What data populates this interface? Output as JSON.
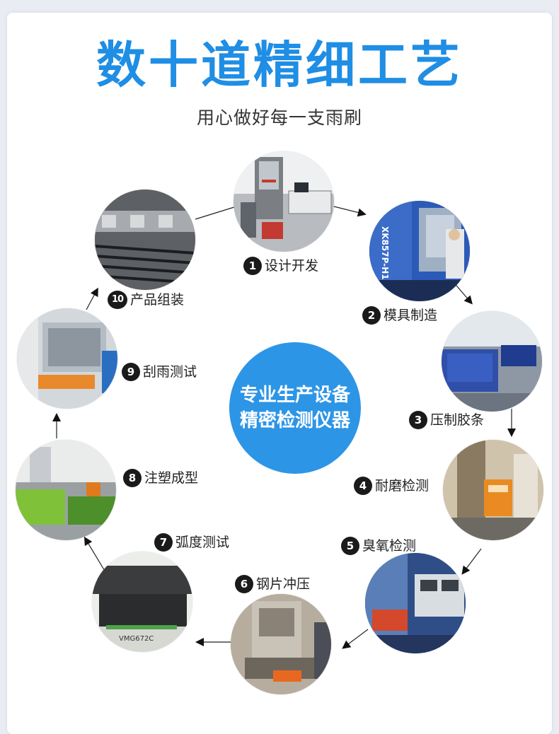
{
  "header": {
    "title": "数十道精细工艺",
    "subtitle": "用心做好每一支雨刷"
  },
  "center": {
    "line1": "专业生产设备",
    "line2": "精密检测仪器"
  },
  "steps": [
    {
      "num": "1",
      "label": "设计开发",
      "photo_caption": ""
    },
    {
      "num": "2",
      "label": "模具制造",
      "photo_caption": "XK857P-H1"
    },
    {
      "num": "3",
      "label": "压制胶条",
      "photo_caption": ""
    },
    {
      "num": "4",
      "label": "耐磨检测",
      "photo_caption": ""
    },
    {
      "num": "5",
      "label": "臭氧检测",
      "photo_caption": ""
    },
    {
      "num": "6",
      "label": "钢片冲压",
      "photo_caption": ""
    },
    {
      "num": "7",
      "label": "弧度测试",
      "photo_caption": "VMG672C"
    },
    {
      "num": "8",
      "label": "注塑成型",
      "photo_caption": ""
    },
    {
      "num": "9",
      "label": "刮雨测试",
      "photo_caption": ""
    },
    {
      "num": "10",
      "label": "产品组装",
      "photo_caption": ""
    }
  ],
  "colors": {
    "accent": "#1f8ee4",
    "center_circle": "#2d95e6",
    "background": "#e9ecf3",
    "card": "#ffffff",
    "number_badge": "#1a1a1a"
  },
  "icons": [
    "arrowhead-icon"
  ]
}
